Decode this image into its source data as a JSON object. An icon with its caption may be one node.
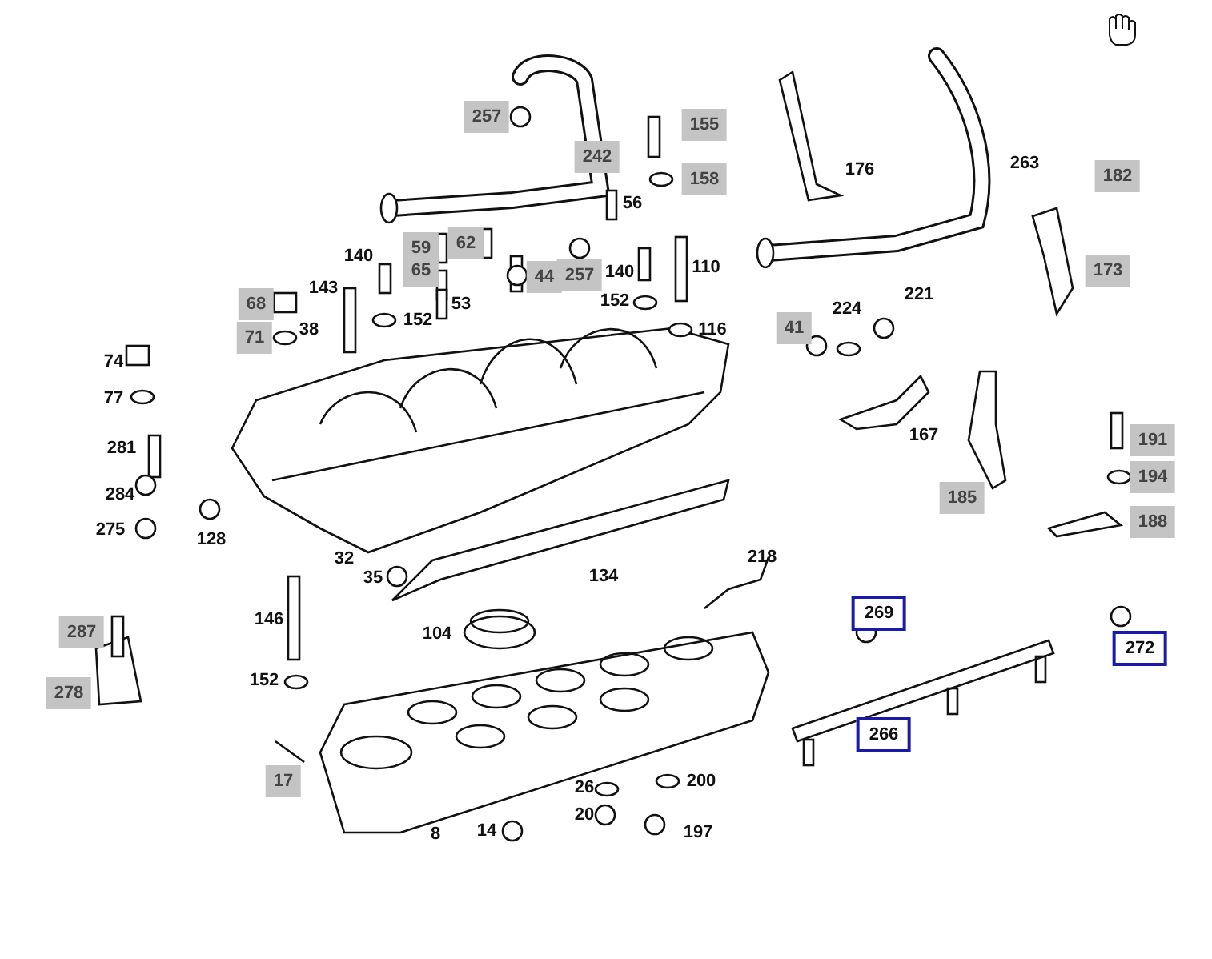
{
  "diagram": {
    "labels": [
      "257",
      "155",
      "242",
      "158",
      "176",
      "263",
      "182",
      "56",
      "140",
      "59",
      "62",
      "65",
      "44",
      "257",
      "140",
      "110",
      "173",
      "143",
      "68",
      "53",
      "152",
      "221",
      "224",
      "38",
      "71",
      "152",
      "116",
      "41",
      "74",
      "77",
      "167",
      "191",
      "281",
      "194",
      "284",
      "185",
      "275",
      "128",
      "188",
      "32",
      "218",
      "35",
      "134",
      "269",
      "287",
      "146",
      "104",
      "272",
      "278",
      "152",
      "266",
      "17",
      "200",
      "26",
      "20",
      "8",
      "14",
      "197"
    ]
  }
}
